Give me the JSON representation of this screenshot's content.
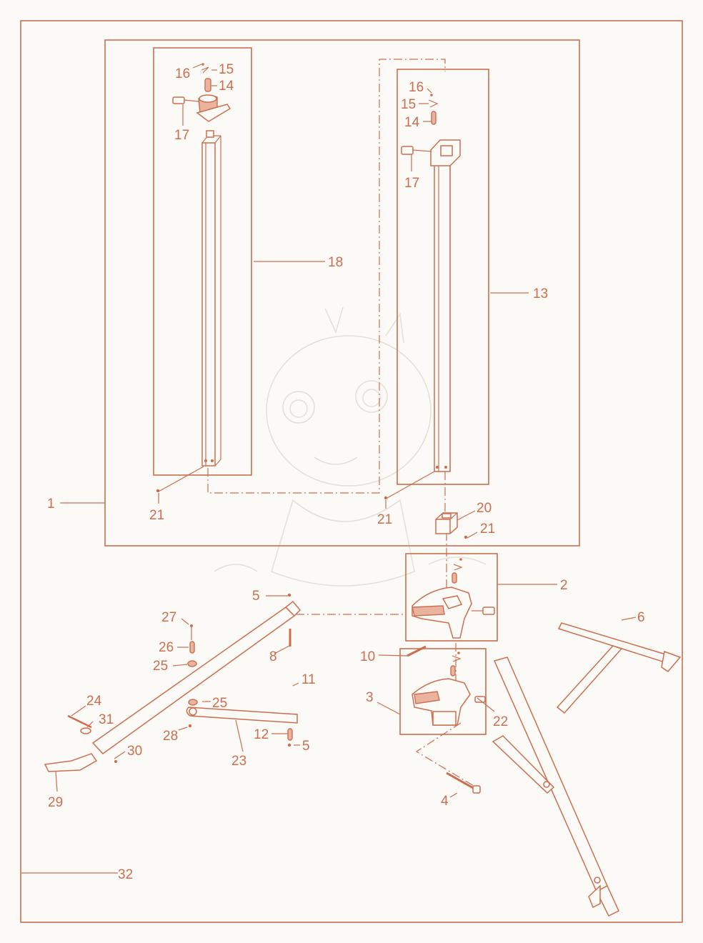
{
  "diagram": {
    "colors": {
      "line": "#cc6e4e",
      "background": "#fbfaf7",
      "fill": "#e9b39e"
    },
    "callouts": [
      {
        "id": "c1",
        "text": "1"
      },
      {
        "id": "c2",
        "text": "2"
      },
      {
        "id": "c3",
        "text": "3"
      },
      {
        "id": "c4",
        "text": "4"
      },
      {
        "id": "c5a",
        "text": "5"
      },
      {
        "id": "c5b",
        "text": "5"
      },
      {
        "id": "c6",
        "text": "6"
      },
      {
        "id": "c8",
        "text": "8"
      },
      {
        "id": "c10",
        "text": "10"
      },
      {
        "id": "c11",
        "text": "11"
      },
      {
        "id": "c12",
        "text": "12"
      },
      {
        "id": "c13",
        "text": "13"
      },
      {
        "id": "c14a",
        "text": "14"
      },
      {
        "id": "c14b",
        "text": "14"
      },
      {
        "id": "c15a",
        "text": "15"
      },
      {
        "id": "c15b",
        "text": "15"
      },
      {
        "id": "c16a",
        "text": "16"
      },
      {
        "id": "c16b",
        "text": "16"
      },
      {
        "id": "c17a",
        "text": "17"
      },
      {
        "id": "c17b",
        "text": "17"
      },
      {
        "id": "c18",
        "text": "18"
      },
      {
        "id": "c20",
        "text": "20"
      },
      {
        "id": "c21a",
        "text": "21"
      },
      {
        "id": "c21b",
        "text": "21"
      },
      {
        "id": "c21c",
        "text": "21"
      },
      {
        "id": "c22",
        "text": "22"
      },
      {
        "id": "c23",
        "text": "23"
      },
      {
        "id": "c24",
        "text": "24"
      },
      {
        "id": "c25a",
        "text": "25"
      },
      {
        "id": "c25b",
        "text": "25"
      },
      {
        "id": "c26",
        "text": "26"
      },
      {
        "id": "c27",
        "text": "27"
      },
      {
        "id": "c28",
        "text": "28"
      },
      {
        "id": "c29",
        "text": "29"
      },
      {
        "id": "c30",
        "text": "30"
      },
      {
        "id": "c31",
        "text": "31"
      },
      {
        "id": "c32",
        "text": "32"
      }
    ]
  }
}
